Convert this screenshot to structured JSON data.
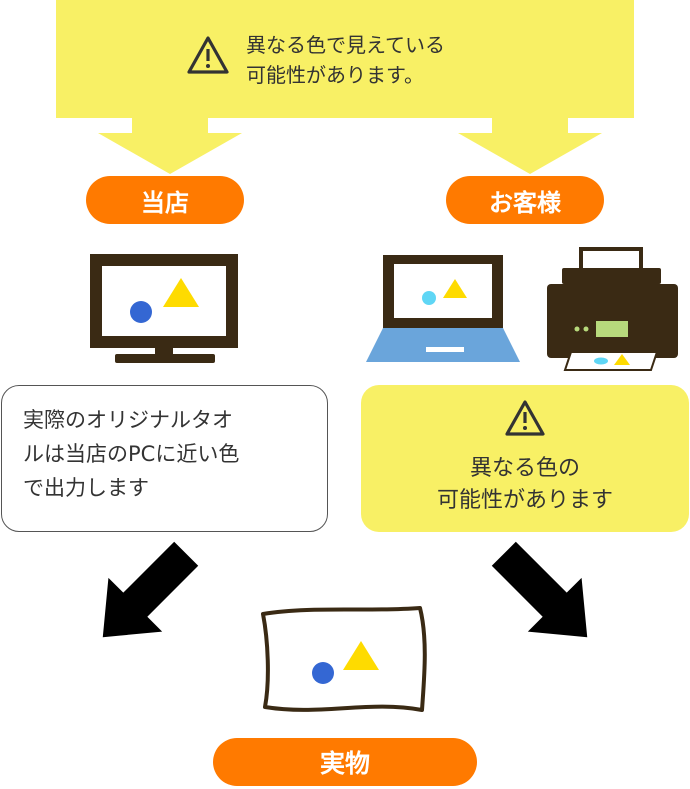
{
  "banner": {
    "line1": "異なる色で見えている",
    "line2": "可能性があります。",
    "icon": "warning-icon"
  },
  "labels": {
    "store": "当店",
    "customer": "お客様",
    "actual": "実物"
  },
  "store_note": {
    "line1": "実際のオリジナルタオ",
    "line2": "ルは当店のPCに近い色",
    "line3": "で出力します"
  },
  "customer_note": {
    "line1": "異なる色の",
    "line2": "可能性があります",
    "icon": "warning-icon"
  },
  "colors": {
    "banner_yellow": "#f8f065",
    "pill_orange": "#ff7a00",
    "device_dark": "#3a2a14",
    "laptop_blue": "#6aa5db",
    "circle_blue": "#3467d3",
    "circle_cyan": "#5fd6f5",
    "triangle_yellow": "#fedb00",
    "printer_panel_green": "#b7d97c"
  }
}
